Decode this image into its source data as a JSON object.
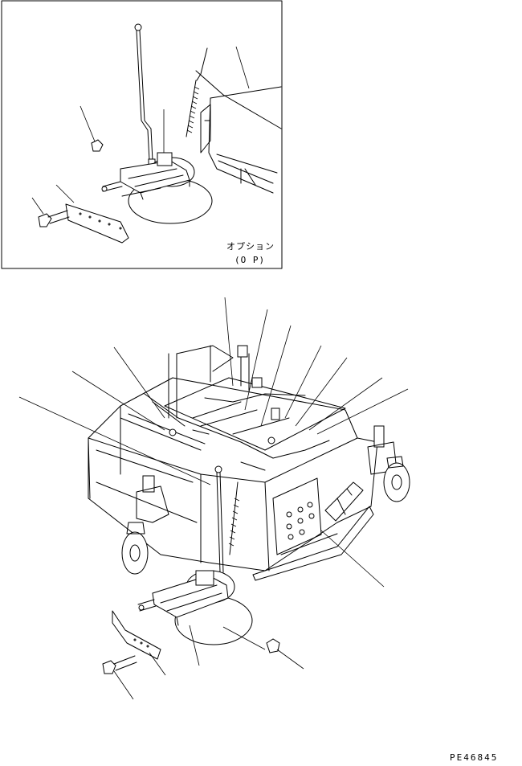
{
  "inset": {
    "option_label": "オプション",
    "option_code": "(O P)"
  },
  "footer": {
    "drawing_code": "PE46845"
  }
}
